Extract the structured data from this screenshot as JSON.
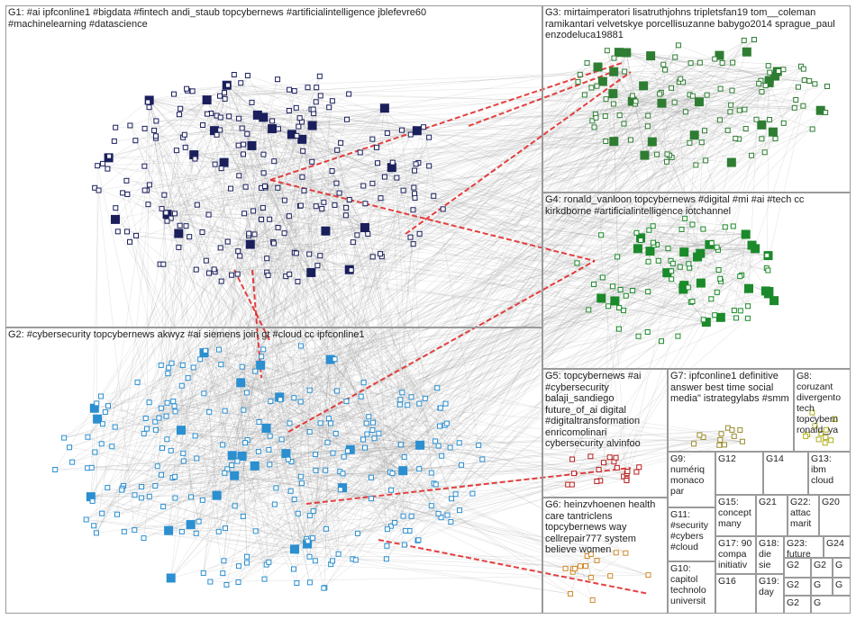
{
  "groups": {
    "g1": "G1: #ai ipfconline1 #bigdata #fintech andi_staub topcybernews #artificialintelligence jblefevre60 #machinelearning #datascience",
    "g2": "G2: #cybersecurity topcybernews akwyz #ai siemens join gt #cloud cc ipfconline1",
    "g3": "G3: mirtaimperatori lisatruthjohns tripletsfan19 tom__coleman ramikantari velvetskye porcellisuzanne babygo2014 sprague_paul enzodeluca19881",
    "g4": "G4: ronald_vanloon topcybernews #digital #mi #ai #tech cc kirkdborne #artificialintelligence iotchannel",
    "g5": "G5: topcybernews #ai #cybersecurity balaji_sandiego future_of_ai digital #digitaltransformation enricomolinari cybersecurity alvinfoo",
    "g6": "G6: heinzvhoenen health care tantriclens topcybernews way cellrepair777 system believe women",
    "g7": "G7: ipfconline1 definitive answer best time social media\" istrategylabs #smm",
    "g8": "G8: coruzant divergento tech topcybern ronald_ya",
    "g9": "G9: numériq monaco par",
    "g10": "G10: capitol technolo universit",
    "g11": "G11: #security #cybers #cloud",
    "g12": "G12",
    "g13": "G13: ibm cloud",
    "g14": "G14",
    "g15": "G15: concept many",
    "g16": "G16",
    "g17": "G17: 90 compa initiativ",
    "g18": "G18: die sie",
    "g19": "G19: day",
    "g20": "G20",
    "g21": "G21",
    "g22": "G22: attac marit",
    "g23": "G23: future",
    "g24": "G24",
    "g25": "G2",
    "g26": "G2",
    "g27": "G",
    "g28": "G2",
    "g29": "G",
    "g30": "G",
    "g31": "G2",
    "g32": "G"
  },
  "colors": {
    "g1": "#1a1f5c",
    "g2": "#2b8fd0",
    "g3": "#2e7d32",
    "g4": "#1b8a2a",
    "g5": "#b71c1c",
    "g6": "#d08a2a",
    "g7": "#9a8c2e",
    "g8": "#b0b020",
    "edge": "#9a9a9a",
    "edge_red": "#e02020"
  }
}
